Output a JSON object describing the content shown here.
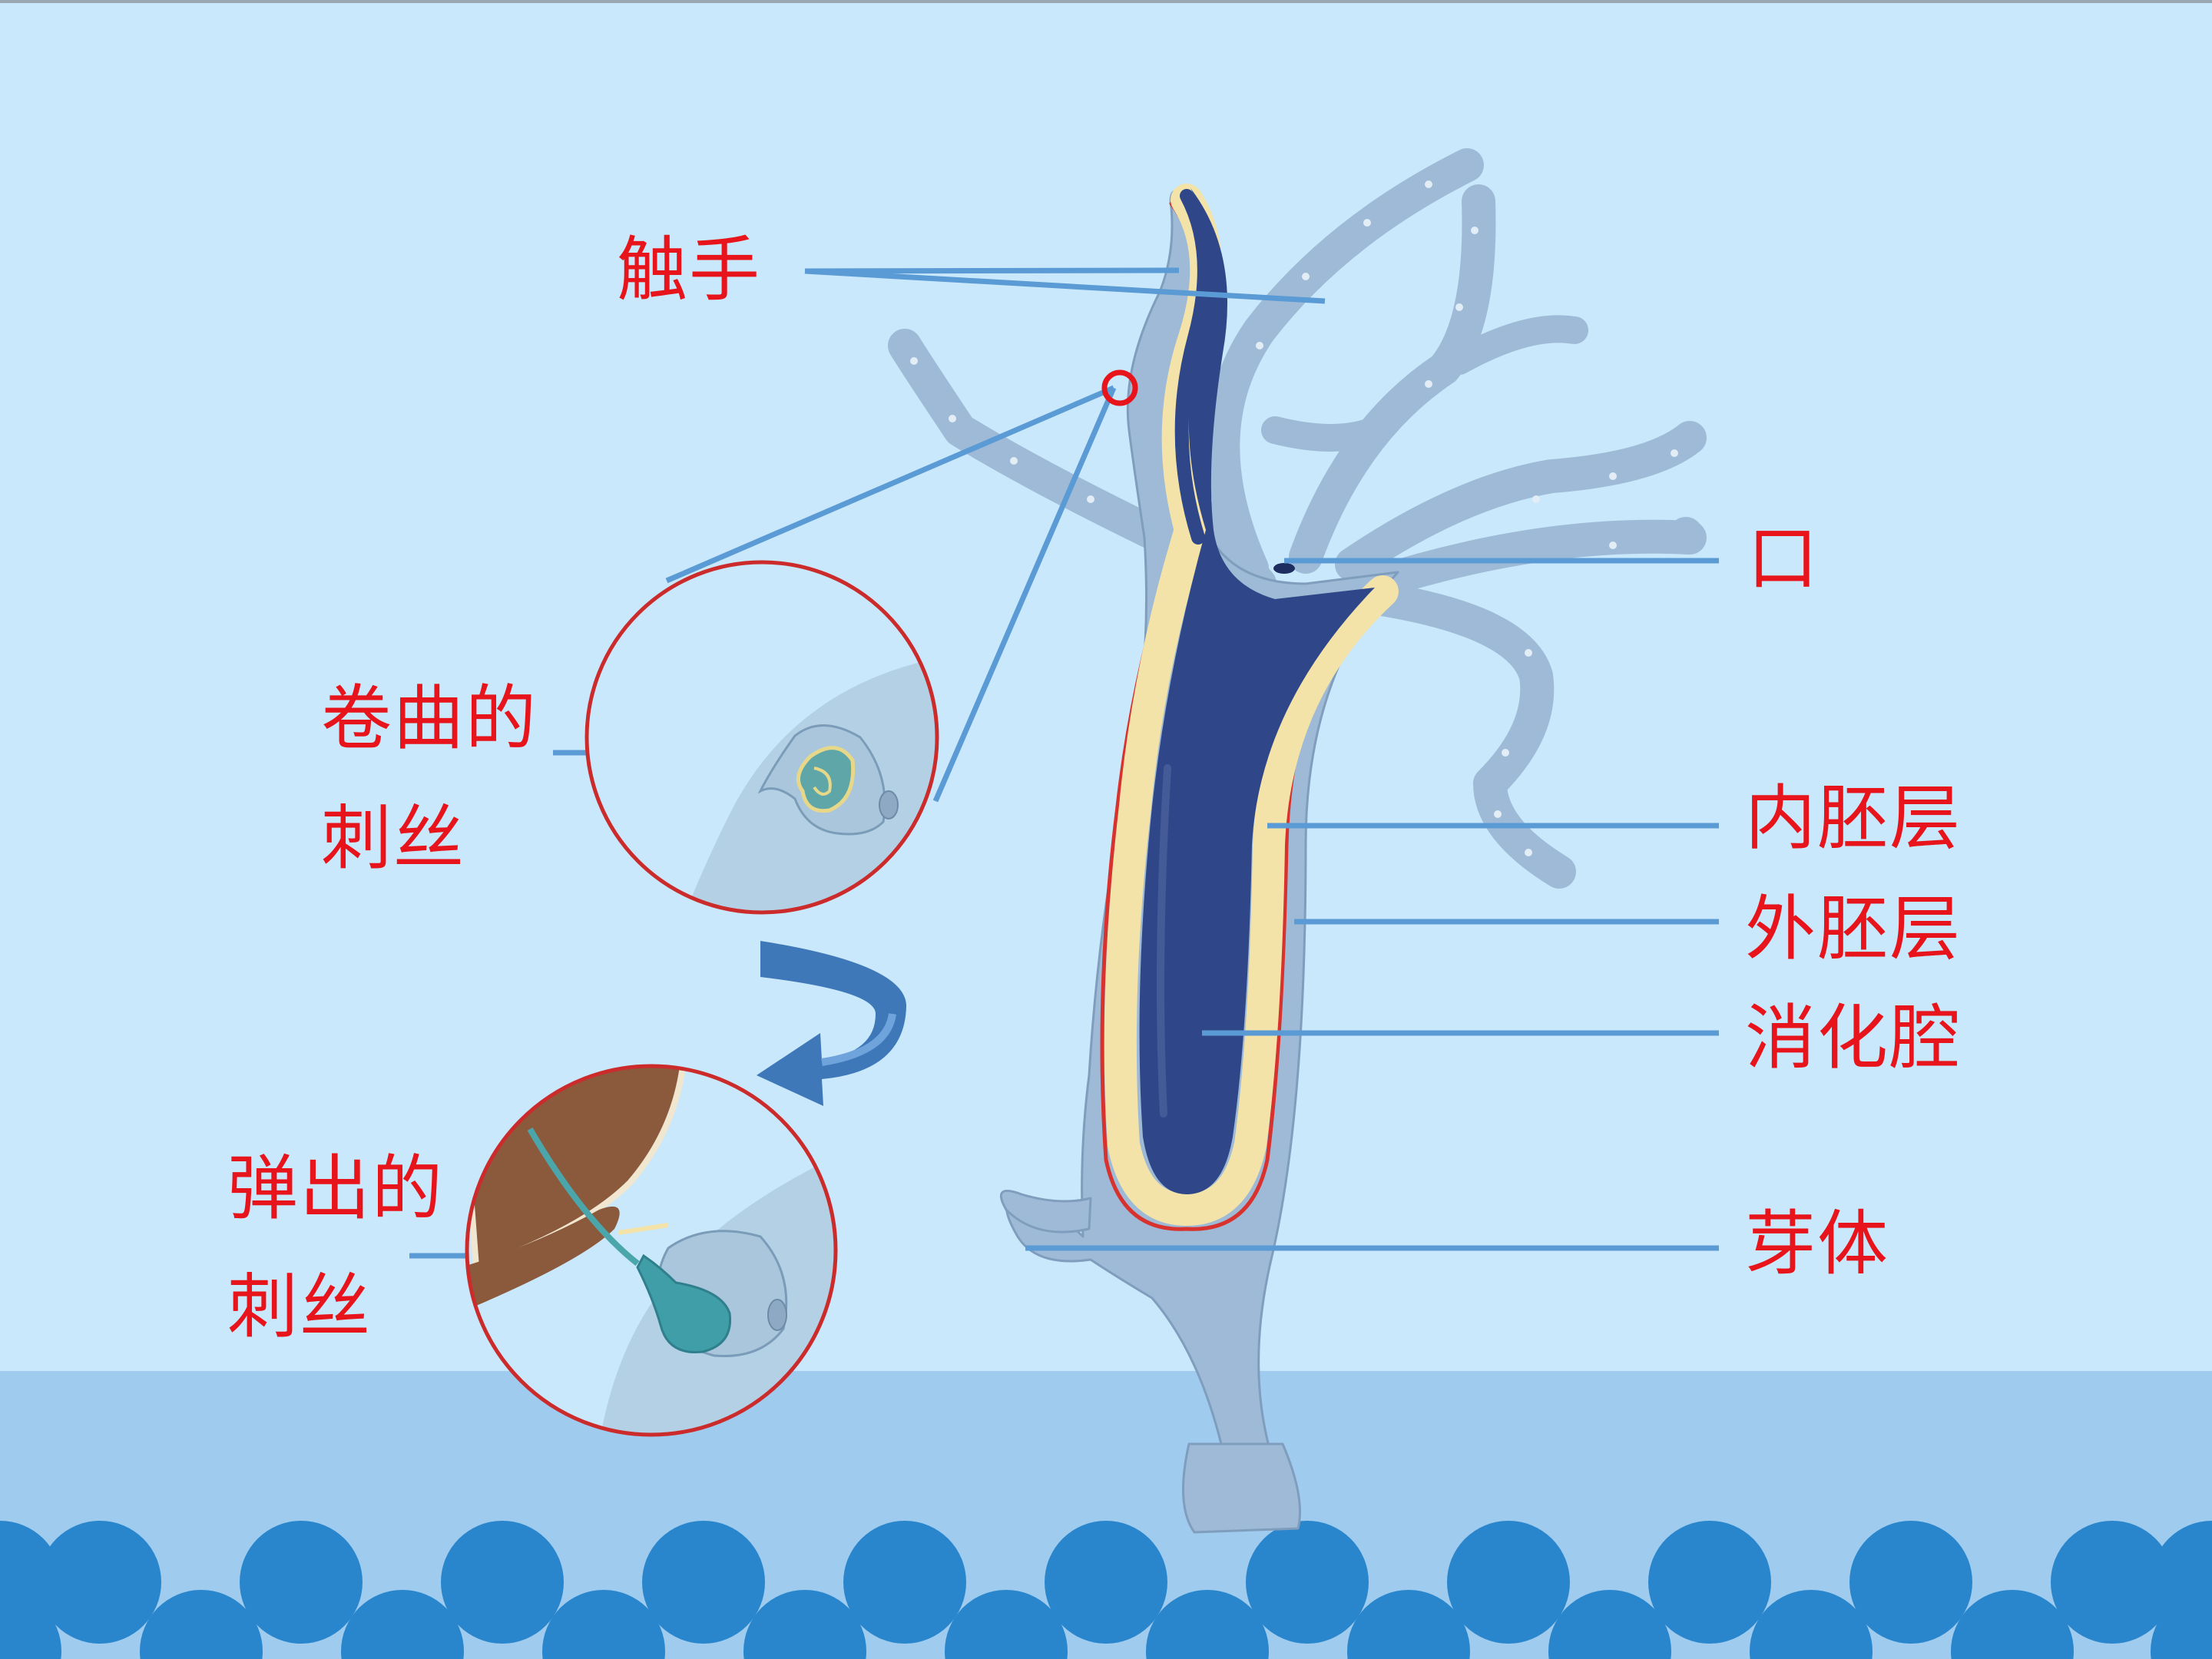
{
  "labels": {
    "tentacle": "触手",
    "mouth": "口",
    "endoderm": "内胚层",
    "ectoderm": "外胚层",
    "gastrovascular_cavity": "消化腔",
    "bud": "芽体",
    "coiled_nematocyst_line1": "卷曲的",
    "coiled_nematocyst_line2": "刺丝",
    "ejected_nematocyst_line1": "弹出的",
    "ejected_nematocyst_line2": "刺丝"
  },
  "colors": {
    "background": "#c9e8fb",
    "ground": "#9ecbee",
    "waves": "#2a86cc",
    "label_text": "#e8141b",
    "leader_line": "#5b9bd5",
    "body": "#9fbad6",
    "cavity": "#2f4788",
    "endoderm_band": "#f3e3a8",
    "ectoderm_line": "#d7322e",
    "magnifier_ring": "#cc2b2b",
    "arrow": "#3f78b8"
  }
}
